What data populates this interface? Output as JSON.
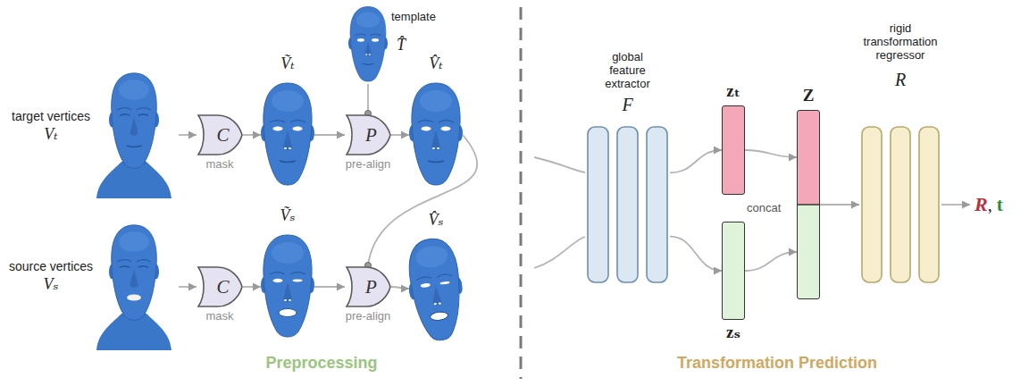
{
  "diagram": {
    "nodes": [
      {
        "text": [
          "target vertices",
          "Vₜ"
        ]
      },
      {
        "text": [
          "C",
          "mask"
        ]
      },
      {
        "text": [
          "Ṽₜ"
        ]
      },
      {
        "text": [
          "P",
          "pre-align"
        ]
      },
      {
        "text": [
          "template",
          "T̂"
        ]
      },
      {
        "text": [
          "V̂ₜ"
        ]
      },
      {
        "text": [
          "source vertices",
          "Vₛ"
        ]
      },
      {
        "text": [
          "C",
          "mask"
        ]
      },
      {
        "text": [
          "Ṽₛ"
        ]
      },
      {
        "text": [
          "P",
          "pre-align"
        ]
      },
      {
        "text": [
          "V̂ₛ"
        ]
      },
      {
        "text": [
          "global feature extractor",
          "F"
        ]
      },
      {
        "text": [
          "zₜ"
        ]
      },
      {
        "text": [
          "zₛ"
        ]
      },
      {
        "text": [
          "Z"
        ]
      },
      {
        "text": [
          "rigid transformation regressor",
          "R"
        ]
      },
      {
        "text": [
          "R",
          ",",
          "t"
        ]
      }
    ],
    "edges": [
      {
        "from": 0,
        "to": 1,
        "arrow": "to"
      },
      {
        "from": 1,
        "to": 2,
        "arrow": "to"
      },
      {
        "from": 2,
        "to": 3,
        "arrow": "to"
      },
      {
        "from": 4,
        "to": 3,
        "arrow": "none"
      },
      {
        "from": 3,
        "to": 5,
        "arrow": "to"
      },
      {
        "from": 6,
        "to": 7,
        "arrow": "to"
      },
      {
        "from": 7,
        "to": 8,
        "arrow": "to"
      },
      {
        "from": 8,
        "to": 9,
        "arrow": "to"
      },
      {
        "from": 9,
        "to": 10,
        "arrow": "to"
      },
      {
        "from": 5,
        "to": 9,
        "arrow": "none"
      },
      {
        "from": 11,
        "to": 12,
        "arrow": "to"
      },
      {
        "from": 11,
        "to": 13,
        "arrow": "to"
      },
      {
        "from": 12,
        "to": 14,
        "arrow": "to"
      },
      {
        "from": 13,
        "to": 14,
        "arrow": "to"
      },
      {
        "from": 14,
        "to": 15,
        "arrow": "to"
      },
      {
        "from": 15,
        "to": 16,
        "arrow": "to"
      }
    ],
    "labels": [
      "concat",
      "Preprocessing",
      "Transformation Prediction"
    ]
  }
}
